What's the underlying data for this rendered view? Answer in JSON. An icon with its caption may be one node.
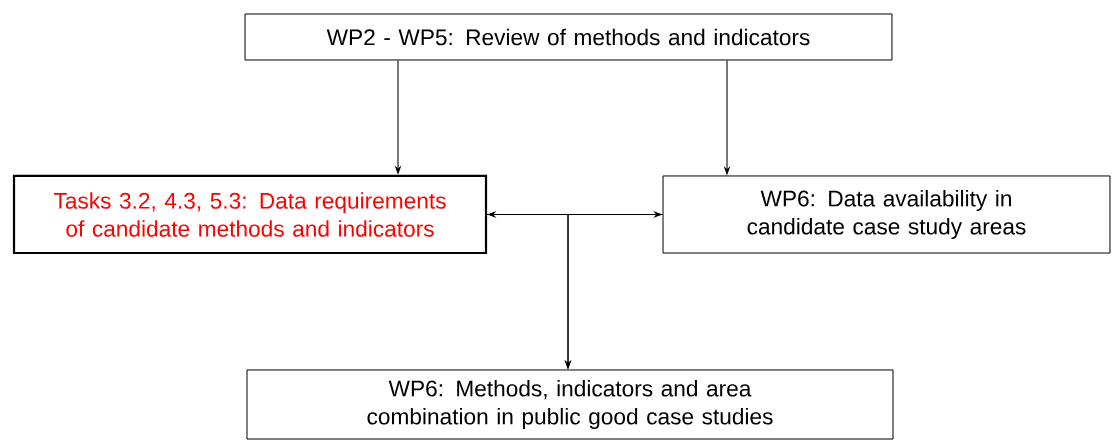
{
  "diagram": {
    "nodes": [
      {
        "text": [
          "WP2 - WP5: Review of methods and indicators"
        ]
      },
      {
        "text": [
          "Tasks 3.2, 4.3, 5.3: Data requirements of candidate methods and indicators"
        ]
      },
      {
        "text": [
          "WP6: Data availability in candidate case study areas"
        ]
      },
      {
        "text": [
          "WP6: Methods, indicators and area combination in public good case studies"
        ]
      }
    ],
    "edges": [
      {
        "from": 0,
        "to": 1,
        "arrow": "to"
      },
      {
        "from": 0,
        "to": 2,
        "arrow": "to"
      },
      {
        "from": 1,
        "to": 2,
        "arrow": "both"
      },
      {
        "from": 1,
        "to": 3,
        "arrow": "to"
      },
      {
        "from": 2,
        "to": 3,
        "arrow": "to"
      }
    ]
  }
}
